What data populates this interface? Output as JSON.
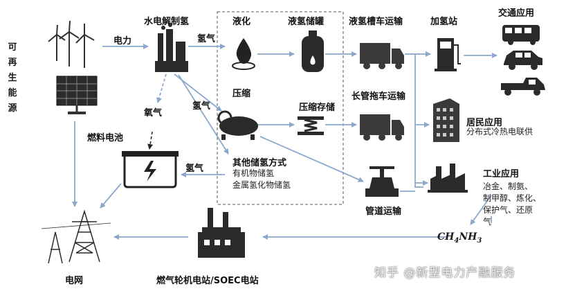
{
  "renewable": "可再生能源",
  "electrolysis": "水电解制氢",
  "electricity": "电力",
  "hydrogen_1": "氢气",
  "oxygen": "氧气",
  "hydrogen_2": "氢气",
  "fuel_cell": "燃料电池",
  "hydrogen_3": "氢气",
  "liquefaction": "液化",
  "liquid_tank": "液氢储罐",
  "liquid_truck": "液氢槽车运输",
  "refueling_station": "加氢站",
  "traffic": "交通应用",
  "compression": "压缩",
  "compressed_storage": "压缩存储",
  "tube_trailer": "长管拖车运输",
  "residential": "居民应用",
  "residential_sub": "分布式冷热电联供",
  "other_storage": "其他储氢方式",
  "organic_storage": "有机物储氢",
  "metal_hydride": "金属氢化物储氢",
  "pipeline": "管道运输",
  "industrial": "工业应用",
  "industrial_sub": [
    "冶金、制氨、",
    "制甲醇、炼化、",
    "保护气、还原",
    "气"
  ],
  "chem_formula": "CH4NH3",
  "power_plant": "燃气轮机电站/SOEC电站",
  "grid": "电网",
  "watermark": "知乎 @新型电力产融服务"
}
